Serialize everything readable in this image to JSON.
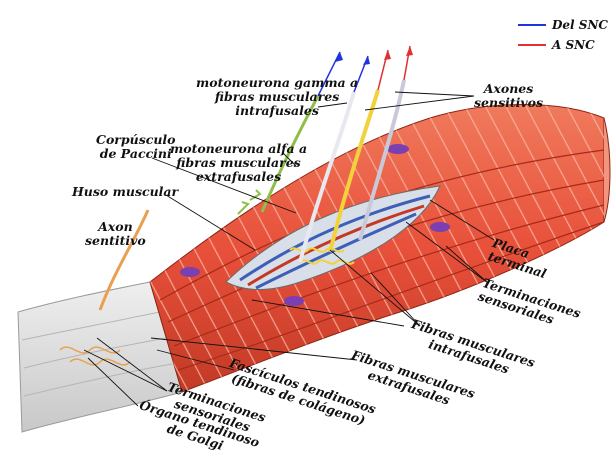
{
  "legend": [
    {
      "label": "Del SNC",
      "color": "#2233dd"
    },
    {
      "label": "A SNC",
      "color": "#e03030"
    }
  ],
  "labels": {
    "gamma_line1": "motoneurona gamma a",
    "gamma_line2": "fibras musculares",
    "gamma_line3": "intrafusales",
    "axones_line1": "Axones",
    "axones_line2": "sensitivos",
    "paccini_line1": "Corpúsculo",
    "paccini_line2": "de Paccini",
    "alfa_line1": "motoneurona alfa a",
    "alfa_line2": "fibras musculares",
    "alfa_line3": "extrafusales",
    "huso": "Huso muscular",
    "axon_line1": "Axon",
    "axon_line2": "sentitivo",
    "placa_line1": "Placa",
    "placa_line2": "terminal",
    "term_right_line1": "Terminaciones",
    "term_right_line2": "sensoriales",
    "fib_intra_line1": "Fibras musculares",
    "fib_intra_line2": "intrafusales",
    "fib_extra_line1": "Fibras musculares",
    "fib_extra_line2": "extrafusales",
    "fasc_line1": "Fascículos tendinosos",
    "fasc_line2": "(fibras de colágeno)",
    "term_left_line1": "Terminaciones",
    "term_left_line2": "sensoriales",
    "golgi_line1": "Órgano tendinoso",
    "golgi_line2": "de Golgi"
  },
  "colors": {
    "muscle": "#e8503a",
    "muscle_dark": "#b8301f",
    "tendon": "#d9d9d9",
    "motor_blue": "#2233dd",
    "sensory_red": "#e03030",
    "nerve_yellow": "#f2d23c",
    "nerve_green": "#8fbf4a"
  }
}
